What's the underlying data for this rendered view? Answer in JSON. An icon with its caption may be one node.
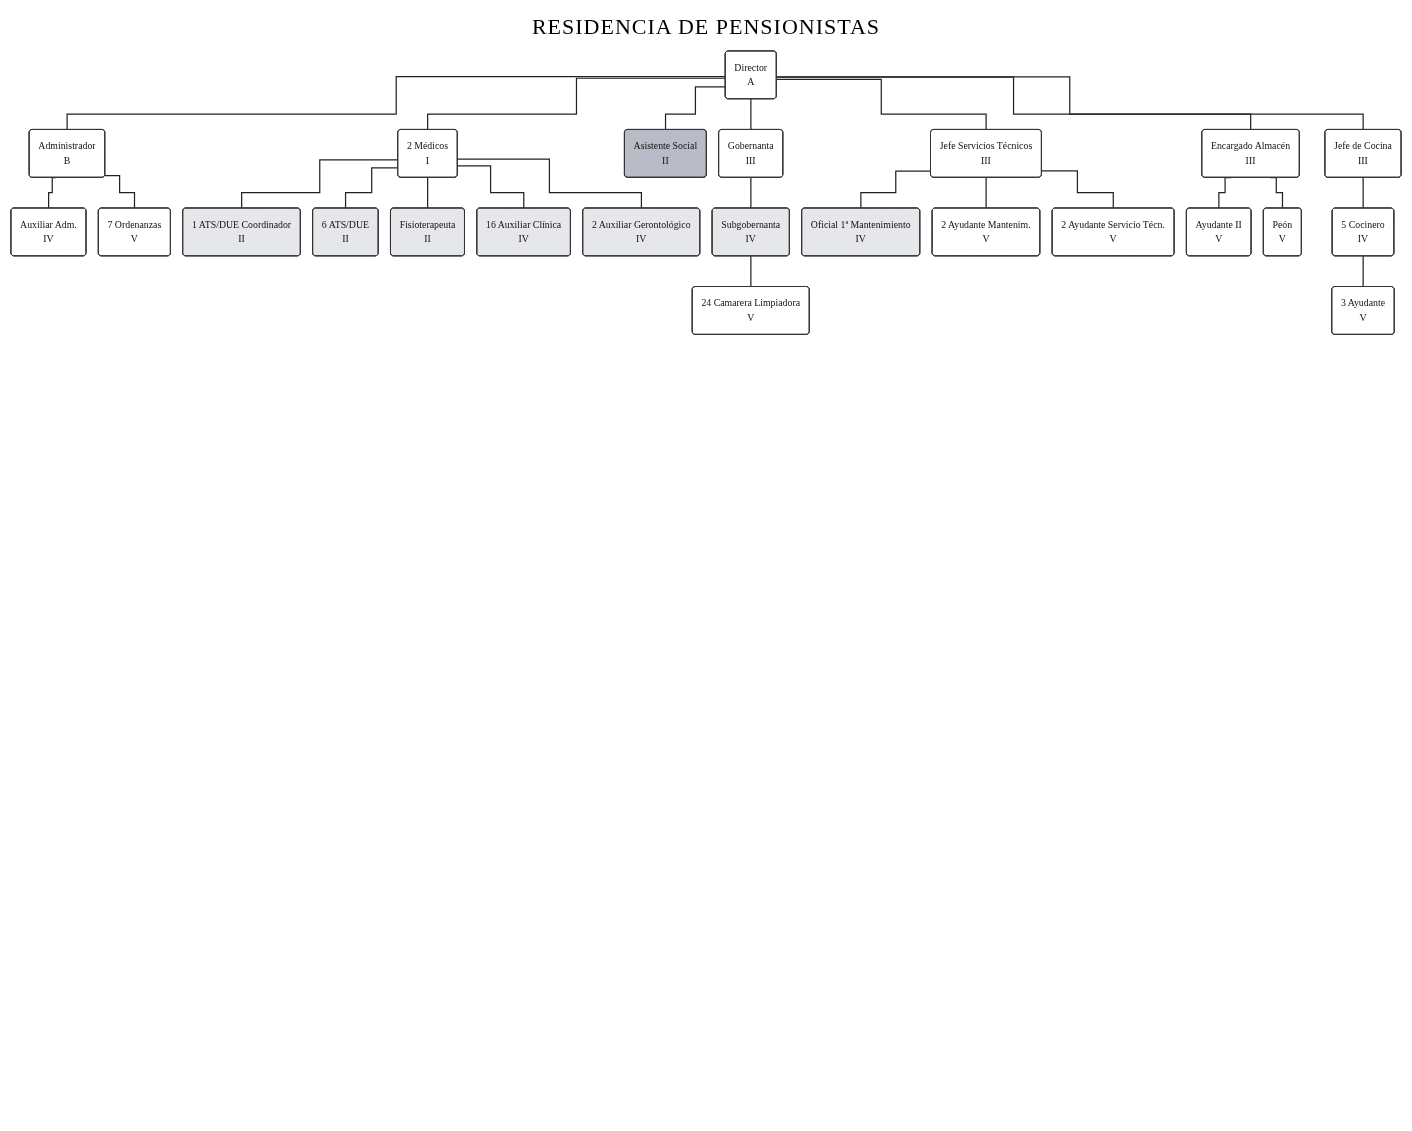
{
  "diagram": {
    "title": "RESIDENCIA DE PENSIONISTAS",
    "nodes": [
      {
        "text": [
          "Director",
          "A"
        ]
      },
      {
        "text": [
          "Administrador",
          "B"
        ]
      },
      {
        "text": [
          "2 Médicos",
          "I"
        ]
      },
      {
        "text": [
          "Asistente Social",
          "II"
        ]
      },
      {
        "text": [
          "Gobernanta",
          "III"
        ]
      },
      {
        "text": [
          "Jefe Servicios Técnicos",
          "III"
        ]
      },
      {
        "text": [
          "Encargado Almacén",
          "III"
        ]
      },
      {
        "text": [
          "Jefe de Cocina",
          "III"
        ]
      },
      {
        "text": [
          "Auxiliar Adm.",
          "IV"
        ]
      },
      {
        "text": [
          "7 Ordenanzas",
          "V"
        ]
      },
      {
        "text": [
          "1 ATS/DUE Coordinador",
          "II"
        ]
      },
      {
        "text": [
          "6 ATS/DUE",
          "II"
        ]
      },
      {
        "text": [
          "Subgobernanta",
          "IV"
        ]
      },
      {
        "text": [
          "Oficial 1ª Mantenimiento",
          "IV"
        ]
      },
      {
        "text": [
          "2 Ayudante Mantenim.",
          "V"
        ]
      },
      {
        "text": [
          "Ayudante II",
          "V"
        ]
      },
      {
        "text": [
          "Peón",
          "V"
        ]
      },
      {
        "text": [
          "5 Cocinero",
          "IV"
        ]
      },
      {
        "text": [
          "Fisioterapeuta",
          "II"
        ]
      },
      {
        "text": [
          "16 Auxiliar Clínica",
          "IV"
        ]
      },
      {
        "text": [
          "24 Camarera Limpiadora",
          "V"
        ]
      },
      {
        "text": [
          "2 Ayudante Servicio Técn.",
          "V"
        ]
      },
      {
        "text": [
          "3 Ayudante",
          "V"
        ]
      },
      {
        "text": [
          "2 Auxiliar Gerontológico",
          "IV"
        ]
      }
    ],
    "edges": [
      {
        "from": 0,
        "to": 1,
        "arrow": "none"
      },
      {
        "from": 0,
        "to": 2,
        "arrow": "none"
      },
      {
        "from": 0,
        "to": 3,
        "arrow": "none"
      },
      {
        "from": 0,
        "to": 4,
        "arrow": "none"
      },
      {
        "from": 0,
        "to": 5,
        "arrow": "none"
      },
      {
        "from": 0,
        "to": 6,
        "arrow": "none"
      },
      {
        "from": 0,
        "to": 7,
        "arrow": "none"
      },
      {
        "from": 1,
        "to": 8,
        "arrow": "none"
      },
      {
        "from": 1,
        "to": 9,
        "arrow": "none"
      },
      {
        "from": 2,
        "to": 10,
        "arrow": "none"
      },
      {
        "from": 2,
        "to": 11,
        "arrow": "none"
      },
      {
        "from": 4,
        "to": 12,
        "arrow": "none"
      },
      {
        "from": 5,
        "to": 13,
        "arrow": "none"
      },
      {
        "from": 5,
        "to": 14,
        "arrow": "none"
      },
      {
        "from": 6,
        "to": 15,
        "arrow": "none"
      },
      {
        "from": 6,
        "to": 16,
        "arrow": "none"
      },
      {
        "from": 7,
        "to": 17,
        "arrow": "none"
      },
      {
        "from": 2,
        "to": 18,
        "arrow": "none"
      },
      {
        "from": 2,
        "to": 19,
        "arrow": "none"
      },
      {
        "from": 12,
        "to": 20,
        "arrow": "none"
      },
      {
        "from": 5,
        "to": 21,
        "arrow": "none"
      },
      {
        "from": 17,
        "to": 22,
        "arrow": "none"
      },
      {
        "from": 2,
        "to": 23,
        "arrow": "none"
      }
    ]
  }
}
